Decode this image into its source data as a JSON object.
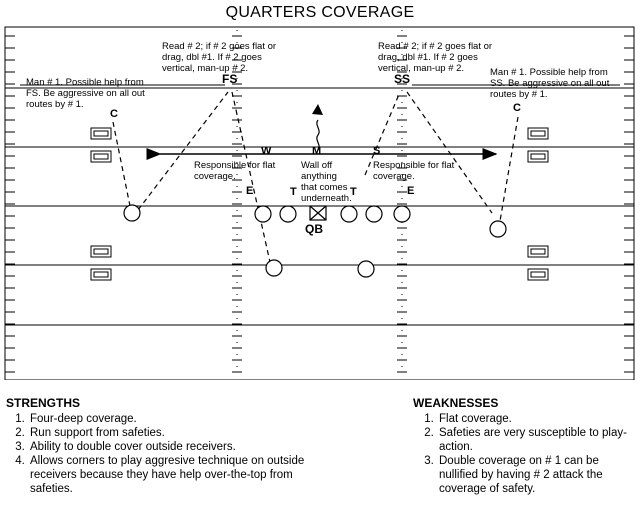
{
  "title": "QUARTERS COVERAGE",
  "labels": {
    "fs": "FS",
    "ss": "SS",
    "c_left": "C",
    "c_right": "C",
    "w": "W",
    "m": "M",
    "s": "S",
    "e_left": "E",
    "e_right": "E",
    "t_left": "T",
    "t_right": "T",
    "qb": "QB"
  },
  "notes": {
    "man_left": [
      "Man # 1.  Possible help from",
      "FS.  Be aggressive on all out",
      "routes by # 1."
    ],
    "read_left": [
      "Read # 2; if # 2 goes flat or",
      "drag, dbl #1.  If # 2 goes",
      "vertical, man-up # 2."
    ],
    "read_right": [
      "Read # 2; if # 2 goes flat or",
      "drag, dbl #1.  If # 2 goes",
      "vertical, man-up # 2."
    ],
    "man_right": [
      "Man # 1.  Possible help from",
      "SS.  Be aggressive on all out",
      "routes by # 1."
    ],
    "flat_left": [
      "Responsible for flat",
      "coverage."
    ],
    "wall_off": [
      "Wall off",
      "anything",
      "that comes",
      "underneath."
    ],
    "flat_right": [
      "Responsible for flat",
      "coverage."
    ]
  },
  "strengths": {
    "title": "STRENGTHS",
    "items": [
      "Four-deep coverage.",
      "Run support from safeties.",
      "Ability to double cover outside receivers.",
      "Allows corners to play aggresive technique on outside receivers because they have help over-the-top from safeties."
    ]
  },
  "weaknesses": {
    "title": "WEAKNESSES",
    "items": [
      "Flat coverage.",
      "Safeties are very susceptible to play-action.",
      "Double coverage on # 1 can be nullified by having # 2 attack the coverage of safety."
    ]
  }
}
